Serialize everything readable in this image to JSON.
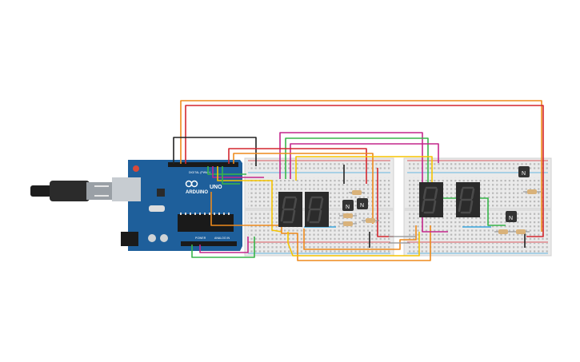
{
  "arduino": {
    "brand": "ARDUINO",
    "model": "UNO",
    "header_digital": "DIGITAL (PWM~)",
    "header_power": "POWER",
    "header_analog": "ANALOG IN"
  },
  "transistor_marking": "N",
  "wire_colors": {
    "red": "#d3272f",
    "orange": "#ee8a1c",
    "yellow": "#f5c400",
    "green": "#38b54a",
    "magenta": "#c4278c",
    "black": "#222222",
    "blue": "#3aa6dd",
    "gray": "#a0a0a0"
  },
  "board_color": "#1e5f9b"
}
